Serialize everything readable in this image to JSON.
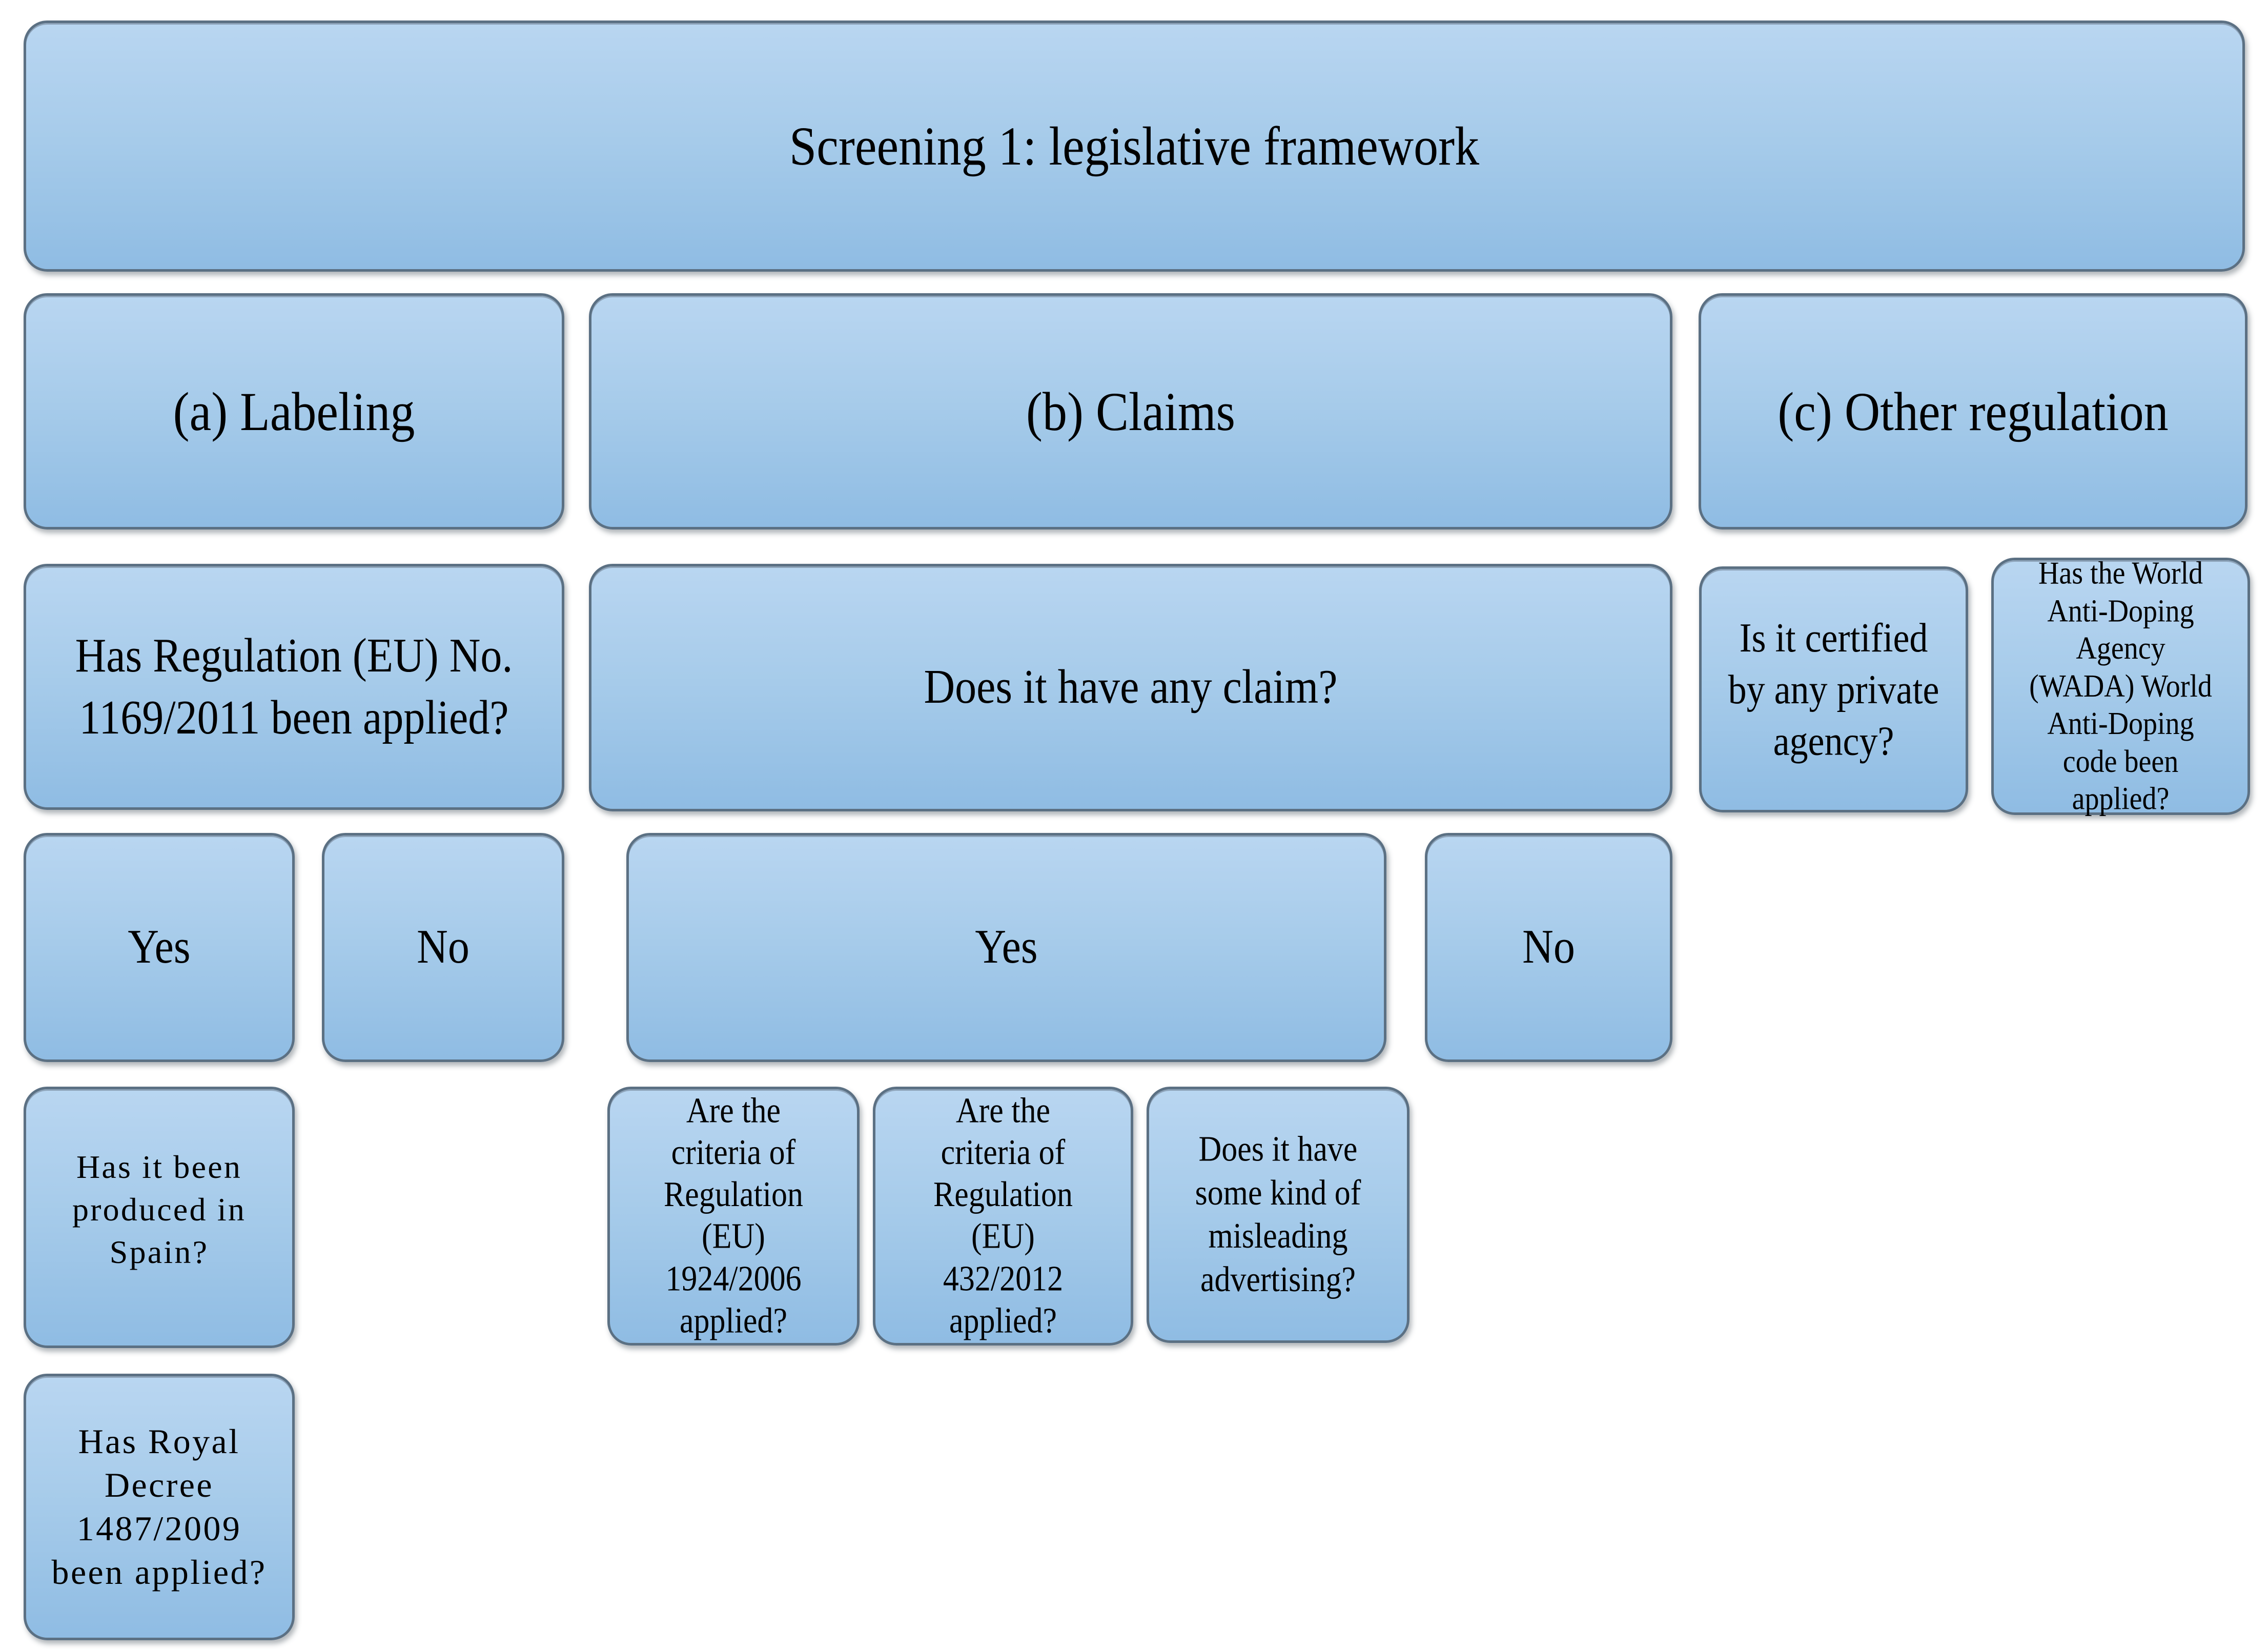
{
  "diagram": {
    "title": "Screening 1: legislative framework",
    "columns": {
      "a": {
        "header": "(a) Labeling",
        "question": "Has Regulation (EU) No.\n1169/2011 been applied?",
        "yes_label": "Yes",
        "no_label": "No",
        "yes_followups": [
          "Has it been\nproduced in\nSpain?",
          "Has Royal\nDecree\n1487/2009\nbeen applied?"
        ]
      },
      "b": {
        "header": "(b) Claims",
        "question": "Does it have any claim?",
        "yes_label": "Yes",
        "no_label": "No",
        "yes_followups": [
          "Are the\ncriteria of\nRegulation\n(EU)\n1924/2006\napplied?",
          "Are the\ncriteria of\nRegulation\n(EU)\n432/2012\napplied?",
          "Does it have\nsome kind of\nmisleading\nadvertising?"
        ]
      },
      "c": {
        "header": "(c) Other regulation",
        "questions": [
          "Is it certified\nby any private\nagency?",
          "Has the World\nAnti-Doping\nAgency\n(WADA) World\nAnti-Doping\ncode been\napplied?"
        ]
      }
    },
    "colors": {
      "box_fill_top": "#b9d6f1",
      "box_fill_bottom": "#8fbce3",
      "box_border": "#5b7083",
      "text": "#000000",
      "background": "#ffffff"
    }
  }
}
